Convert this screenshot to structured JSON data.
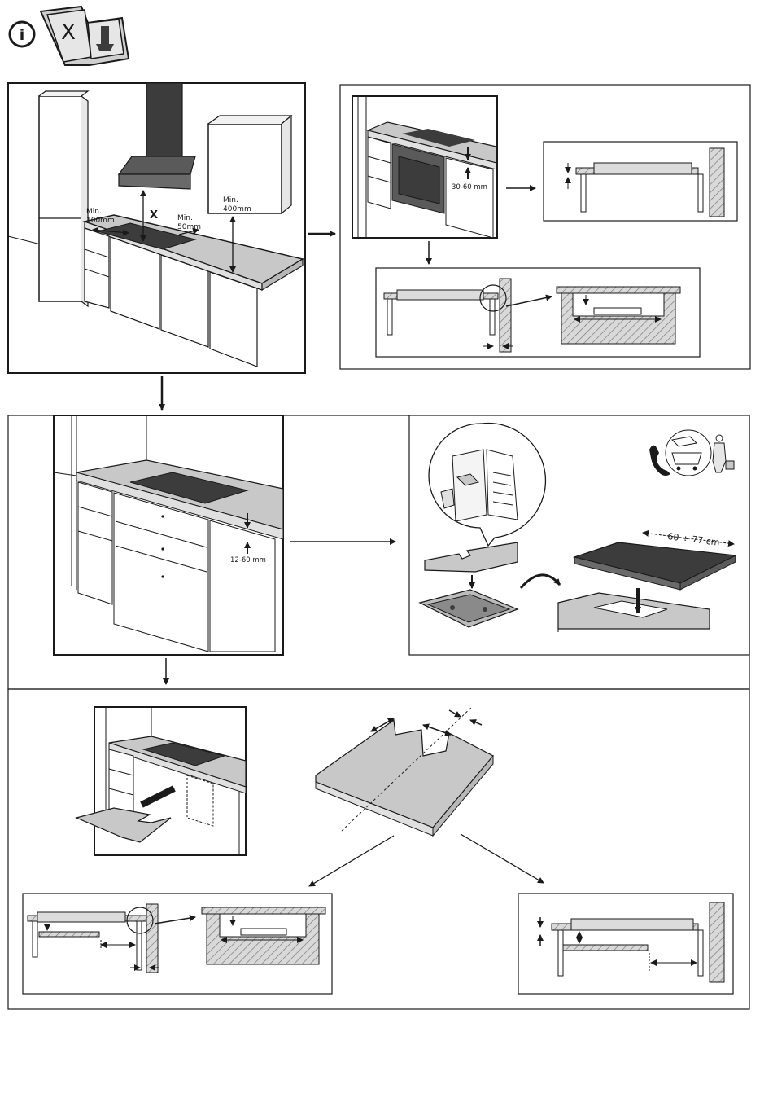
{
  "header": {
    "info_icon_label": "i",
    "manual_letter": "X"
  },
  "panel_kitchen": {
    "min_side_label": "Min.",
    "min_side_value": "100mm",
    "hood_distance_label": "X",
    "min_back_label": "Min.",
    "min_back_value": "50mm",
    "min_top_label": "Min.",
    "min_top_value": "400mm"
  },
  "panel_oven": {
    "gap_label": "30-60 mm"
  },
  "panel_drawer": {
    "gap_label": "12-60 mm"
  },
  "panel_install": {
    "width_label": "60 ÷ 77 cm"
  },
  "colors": {
    "stroke": "#1a1a1a",
    "counter_fill": "#c8c8c8",
    "hob_fill": "#3c3c3c",
    "hatch": "#888888",
    "wall_fill": "#dcdcdc"
  }
}
